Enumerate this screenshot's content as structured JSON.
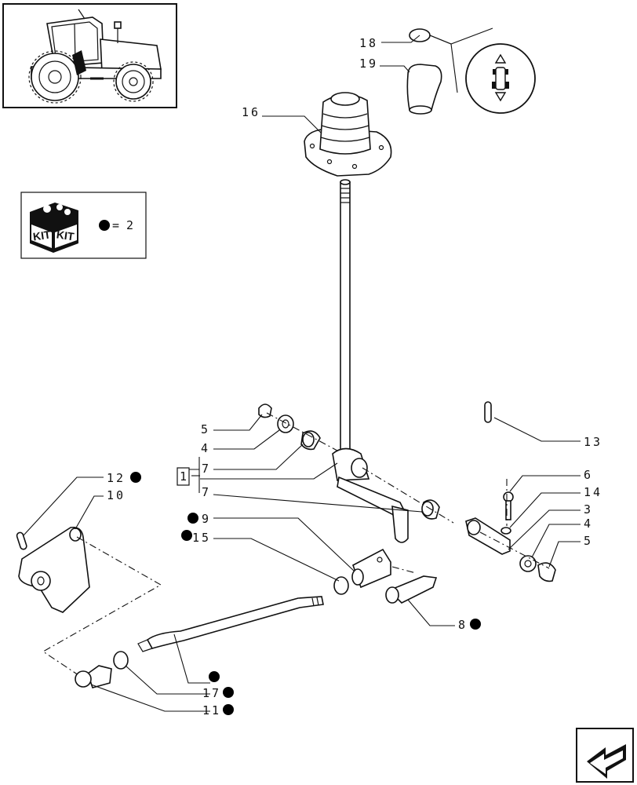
{
  "callouts": {
    "c1": "1",
    "c3": "3",
    "c4a": "4",
    "c4b": "4",
    "c5a": "5",
    "c5b": "5",
    "c6": "6",
    "c7a": "7",
    "c7b": "7",
    "c8": "8",
    "c9": "9",
    "c10": "10",
    "c11": "11",
    "c12": "12",
    "c13": "13",
    "c14": "14",
    "c15": "15",
    "c16": "16",
    "c17": "17",
    "c18": "18",
    "c19": "19"
  },
  "kit_legend": {
    "kit_text_left": "KIT",
    "kit_text_right": "KIT",
    "equals_label": "= 2"
  },
  "icons": {
    "tractor_thumbnail": "tractor-icon",
    "kit_box": "kit-box-icon",
    "shift_pattern": "forward-reverse-shift-icon",
    "next_page": "next-page-arrow-icon",
    "marker": "filled-circle-marker-icon"
  }
}
